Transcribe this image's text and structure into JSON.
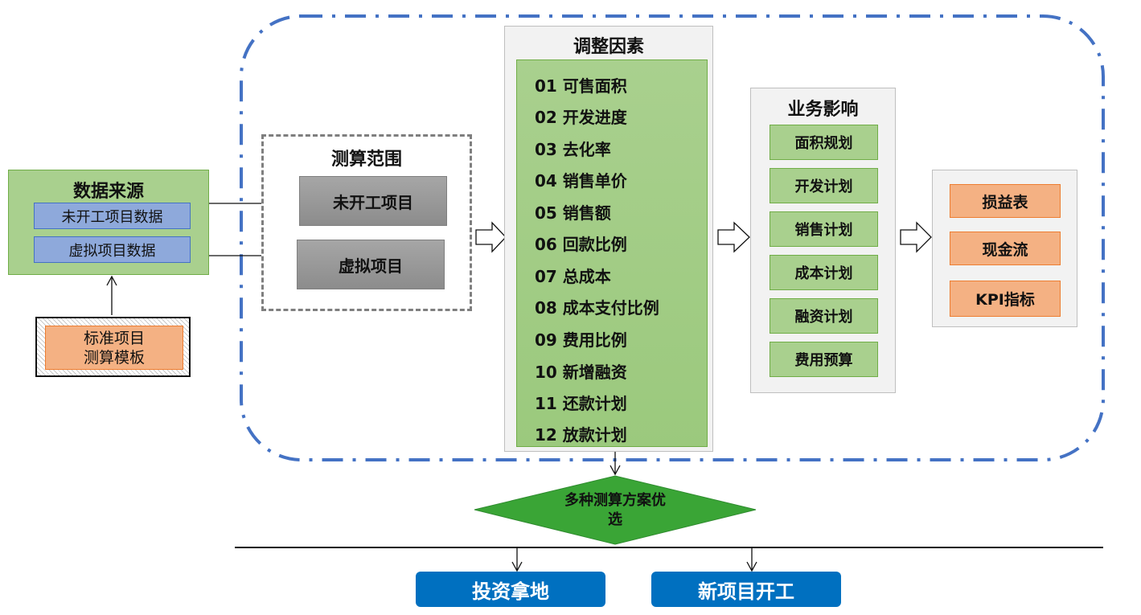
{
  "data_source": {
    "title": "数据来源",
    "items": [
      "未开工项目数据",
      "虚拟项目数据"
    ]
  },
  "template": {
    "line1": "标准项目",
    "line2": "测算模板"
  },
  "scope": {
    "title": "测算范围",
    "items": [
      "未开工项目",
      "虚拟项目"
    ]
  },
  "factors": {
    "title": "调整因素",
    "items": [
      "01 可售面积",
      "02 开发进度",
      "03 去化率",
      "04 销售单价",
      "05 销售额",
      "06 回款比例",
      "07 总成本",
      "08 成本支付比例",
      "09 费用比例",
      "10 新增融资",
      "11 还款计划",
      "12 放款计划"
    ]
  },
  "impact": {
    "title": "业务影响",
    "items": [
      "面积规划",
      "开发计划",
      "销售计划",
      "成本计划",
      "融资计划",
      "费用预算"
    ]
  },
  "reports": {
    "items": [
      "损益表",
      "现金流",
      "KPI指标"
    ]
  },
  "decision": {
    "line1": "多种测算方案优",
    "line2": "选"
  },
  "outcomes": [
    "投资拿地",
    "新项目开工"
  ],
  "colors": {
    "dash_border": "#4472c4",
    "green": "#a9d08e",
    "blue_item": "#8ea9db",
    "orange": "#f4b183",
    "gray": "#a6a6a6",
    "diamond": "#3aa536",
    "outcome_blue": "#0070c0"
  }
}
